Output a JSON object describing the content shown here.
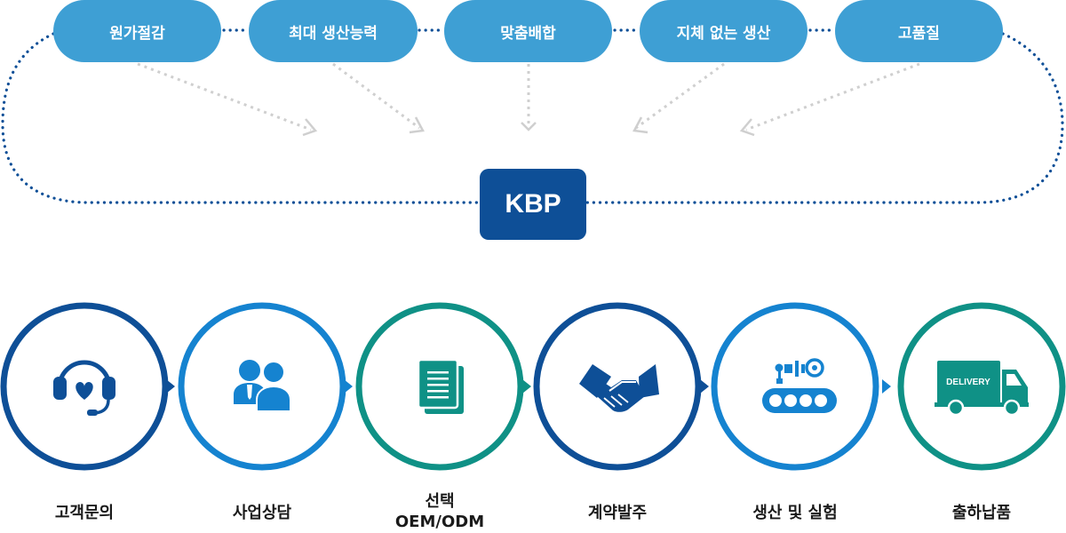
{
  "benefits": [
    {
      "label": "원가절감"
    },
    {
      "label": "최대 생산능력"
    },
    {
      "label": "맞춤배합"
    },
    {
      "label": "지체 없는 생산"
    },
    {
      "label": "고품질"
    }
  ],
  "center": {
    "label": "KBP"
  },
  "process_steps": [
    {
      "label": "고객문의",
      "icon": "headset-heart-icon",
      "ring_color": "#0e4f97"
    },
    {
      "label": "사업상담",
      "icon": "consulting-people-icon",
      "ring_color": "#1583d0"
    },
    {
      "label": "선택",
      "sublabel": "OEM/ODM",
      "icon": "document-icon",
      "ring_color": "#0f9186"
    },
    {
      "label": "계약발주",
      "icon": "handshake-icon",
      "ring_color": "#0e4f97"
    },
    {
      "label": "생산 및 실험",
      "icon": "conveyor-belt-icon",
      "ring_color": "#1583d0"
    },
    {
      "label": "출하납품",
      "icon": "delivery-truck-icon",
      "ring_color": "#0f9186",
      "icon_text": "DELIVERY"
    }
  ],
  "colors": {
    "pill": "#3e9fd4",
    "center_box": "#0e4f97",
    "dotted_loop": "#0e4f97",
    "dashed_arrows": "#cfcfcf",
    "dark_blue": "#0e4f97",
    "mid_blue": "#1583d0",
    "teal": "#0f9186"
  }
}
